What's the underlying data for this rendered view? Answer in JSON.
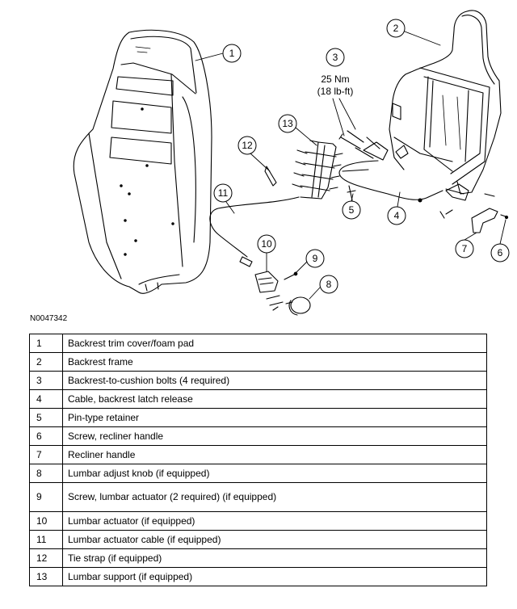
{
  "figure_id": "N0047342",
  "callouts": {
    "c1": "1",
    "c2": "2",
    "c3": "3",
    "c4": "4",
    "c5": "5",
    "c6": "6",
    "c7": "7",
    "c8": "8",
    "c9": "9",
    "c10": "10",
    "c11": "11",
    "c12": "12",
    "c13": "13"
  },
  "torque": {
    "nm": "25 Nm",
    "lbft": "(18 lb-ft)"
  },
  "legend": [
    {
      "num": "1",
      "desc": "Backrest trim cover/foam pad"
    },
    {
      "num": "2",
      "desc": "Backrest frame"
    },
    {
      "num": "3",
      "desc": "Backrest-to-cushion bolts (4 required)"
    },
    {
      "num": "4",
      "desc": "Cable, backrest latch release"
    },
    {
      "num": "5",
      "desc": "Pin-type retainer"
    },
    {
      "num": "6",
      "desc": "Screw, recliner handle"
    },
    {
      "num": "7",
      "desc": "Recliner handle"
    },
    {
      "num": "8",
      "desc": "Lumbar adjust knob (if equipped)"
    },
    {
      "num": "9",
      "desc": "Screw, lumbar actuator (2 required) (if equipped)"
    },
    {
      "num": "10",
      "desc": "Lumbar actuator (if equipped)"
    },
    {
      "num": "11",
      "desc": "Lumbar actuator cable (if equipped)"
    },
    {
      "num": "12",
      "desc": "Tie strap (if equipped)"
    },
    {
      "num": "13",
      "desc": "Lumbar support (if equipped)"
    }
  ]
}
